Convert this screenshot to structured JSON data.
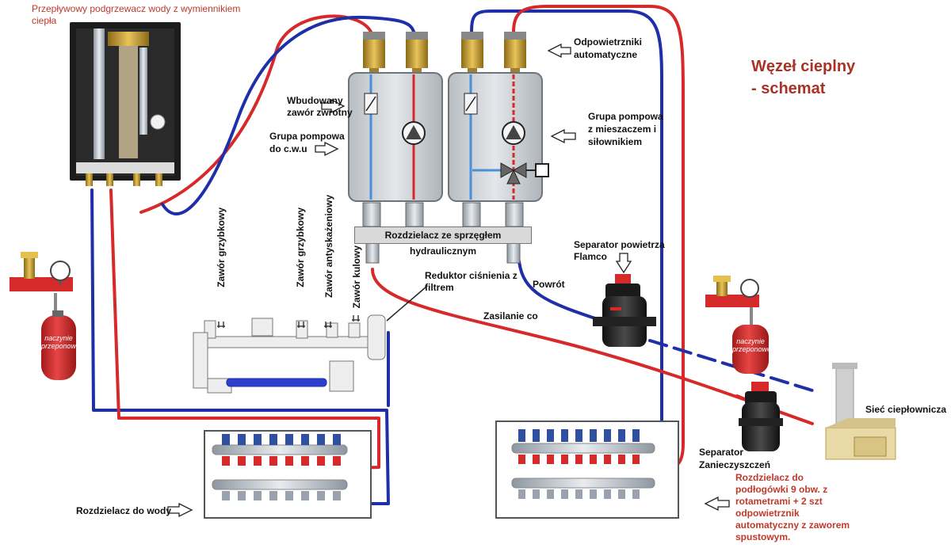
{
  "title": {
    "line1": "Węzeł cieplny",
    "line2": "- schemat"
  },
  "heater_label": {
    "line1": "Przepływowy podgrzewacz wody z wymiennikiem",
    "line2": "ciepła"
  },
  "labels": {
    "odpowietrzniki": {
      "line1": "Odpowietrzniki",
      "line2": "automatyczne"
    },
    "wbudowany": {
      "line1": "Wbudowany",
      "line2": "zawór zwrotny"
    },
    "grupa_cwu": {
      "line1": "Grupa pompowa",
      "line2": "do c.w.u"
    },
    "grupa_mieszacz": {
      "line1": "Grupa pompowa",
      "line2": "z mieszaczem i",
      "line3": "siłownikiem"
    },
    "rozdzielacz_sprzeglo": "Rozdzielacz ze sprzęgłem hydraulicznym",
    "separator_flamco": {
      "line1": "Separator powietrza",
      "line2": "Flamco"
    },
    "powrot": "Powrót",
    "zasilanie": "Zasilanie co",
    "reduktor": {
      "line1": "Reduktor ciśnienia z",
      "line2": "filtrem"
    },
    "zawor_grzybkowy_1": "Zawór grzybkowy",
    "zawor_grzybkowy_2": "Zawór grzybkowy",
    "zawor_antyskazeniowy": "Zawór antyskażeniowy",
    "zawor_kulowy": "Zawór kulowy",
    "siec": "Sieć ciepłownicza",
    "separator_zanieczyszczen": {
      "line1": "Separator",
      "line2": "Zanieczyszczeń"
    },
    "rozdzielacz_wody": "Rozdzielacz do wody",
    "rozdzielacz_podlogowki": {
      "line1": "Rozdzielacz do",
      "line2": "podłogówki 9 obw. z",
      "line3": "rotametrami + 2 szt",
      "line4": "odpowietrznik",
      "line5": "automatyczny z zaworem",
      "line6": "spustowym."
    },
    "naczynie_left": {
      "line1": "naczynie",
      "line2": "przeponowe"
    },
    "naczynie_right": {
      "line1": "naczynie",
      "line2": "przeponowe"
    }
  },
  "colors": {
    "supply": "#d62a2a",
    "return": "#1f2fa8",
    "title": "#a93226",
    "note": "#c0392b"
  }
}
